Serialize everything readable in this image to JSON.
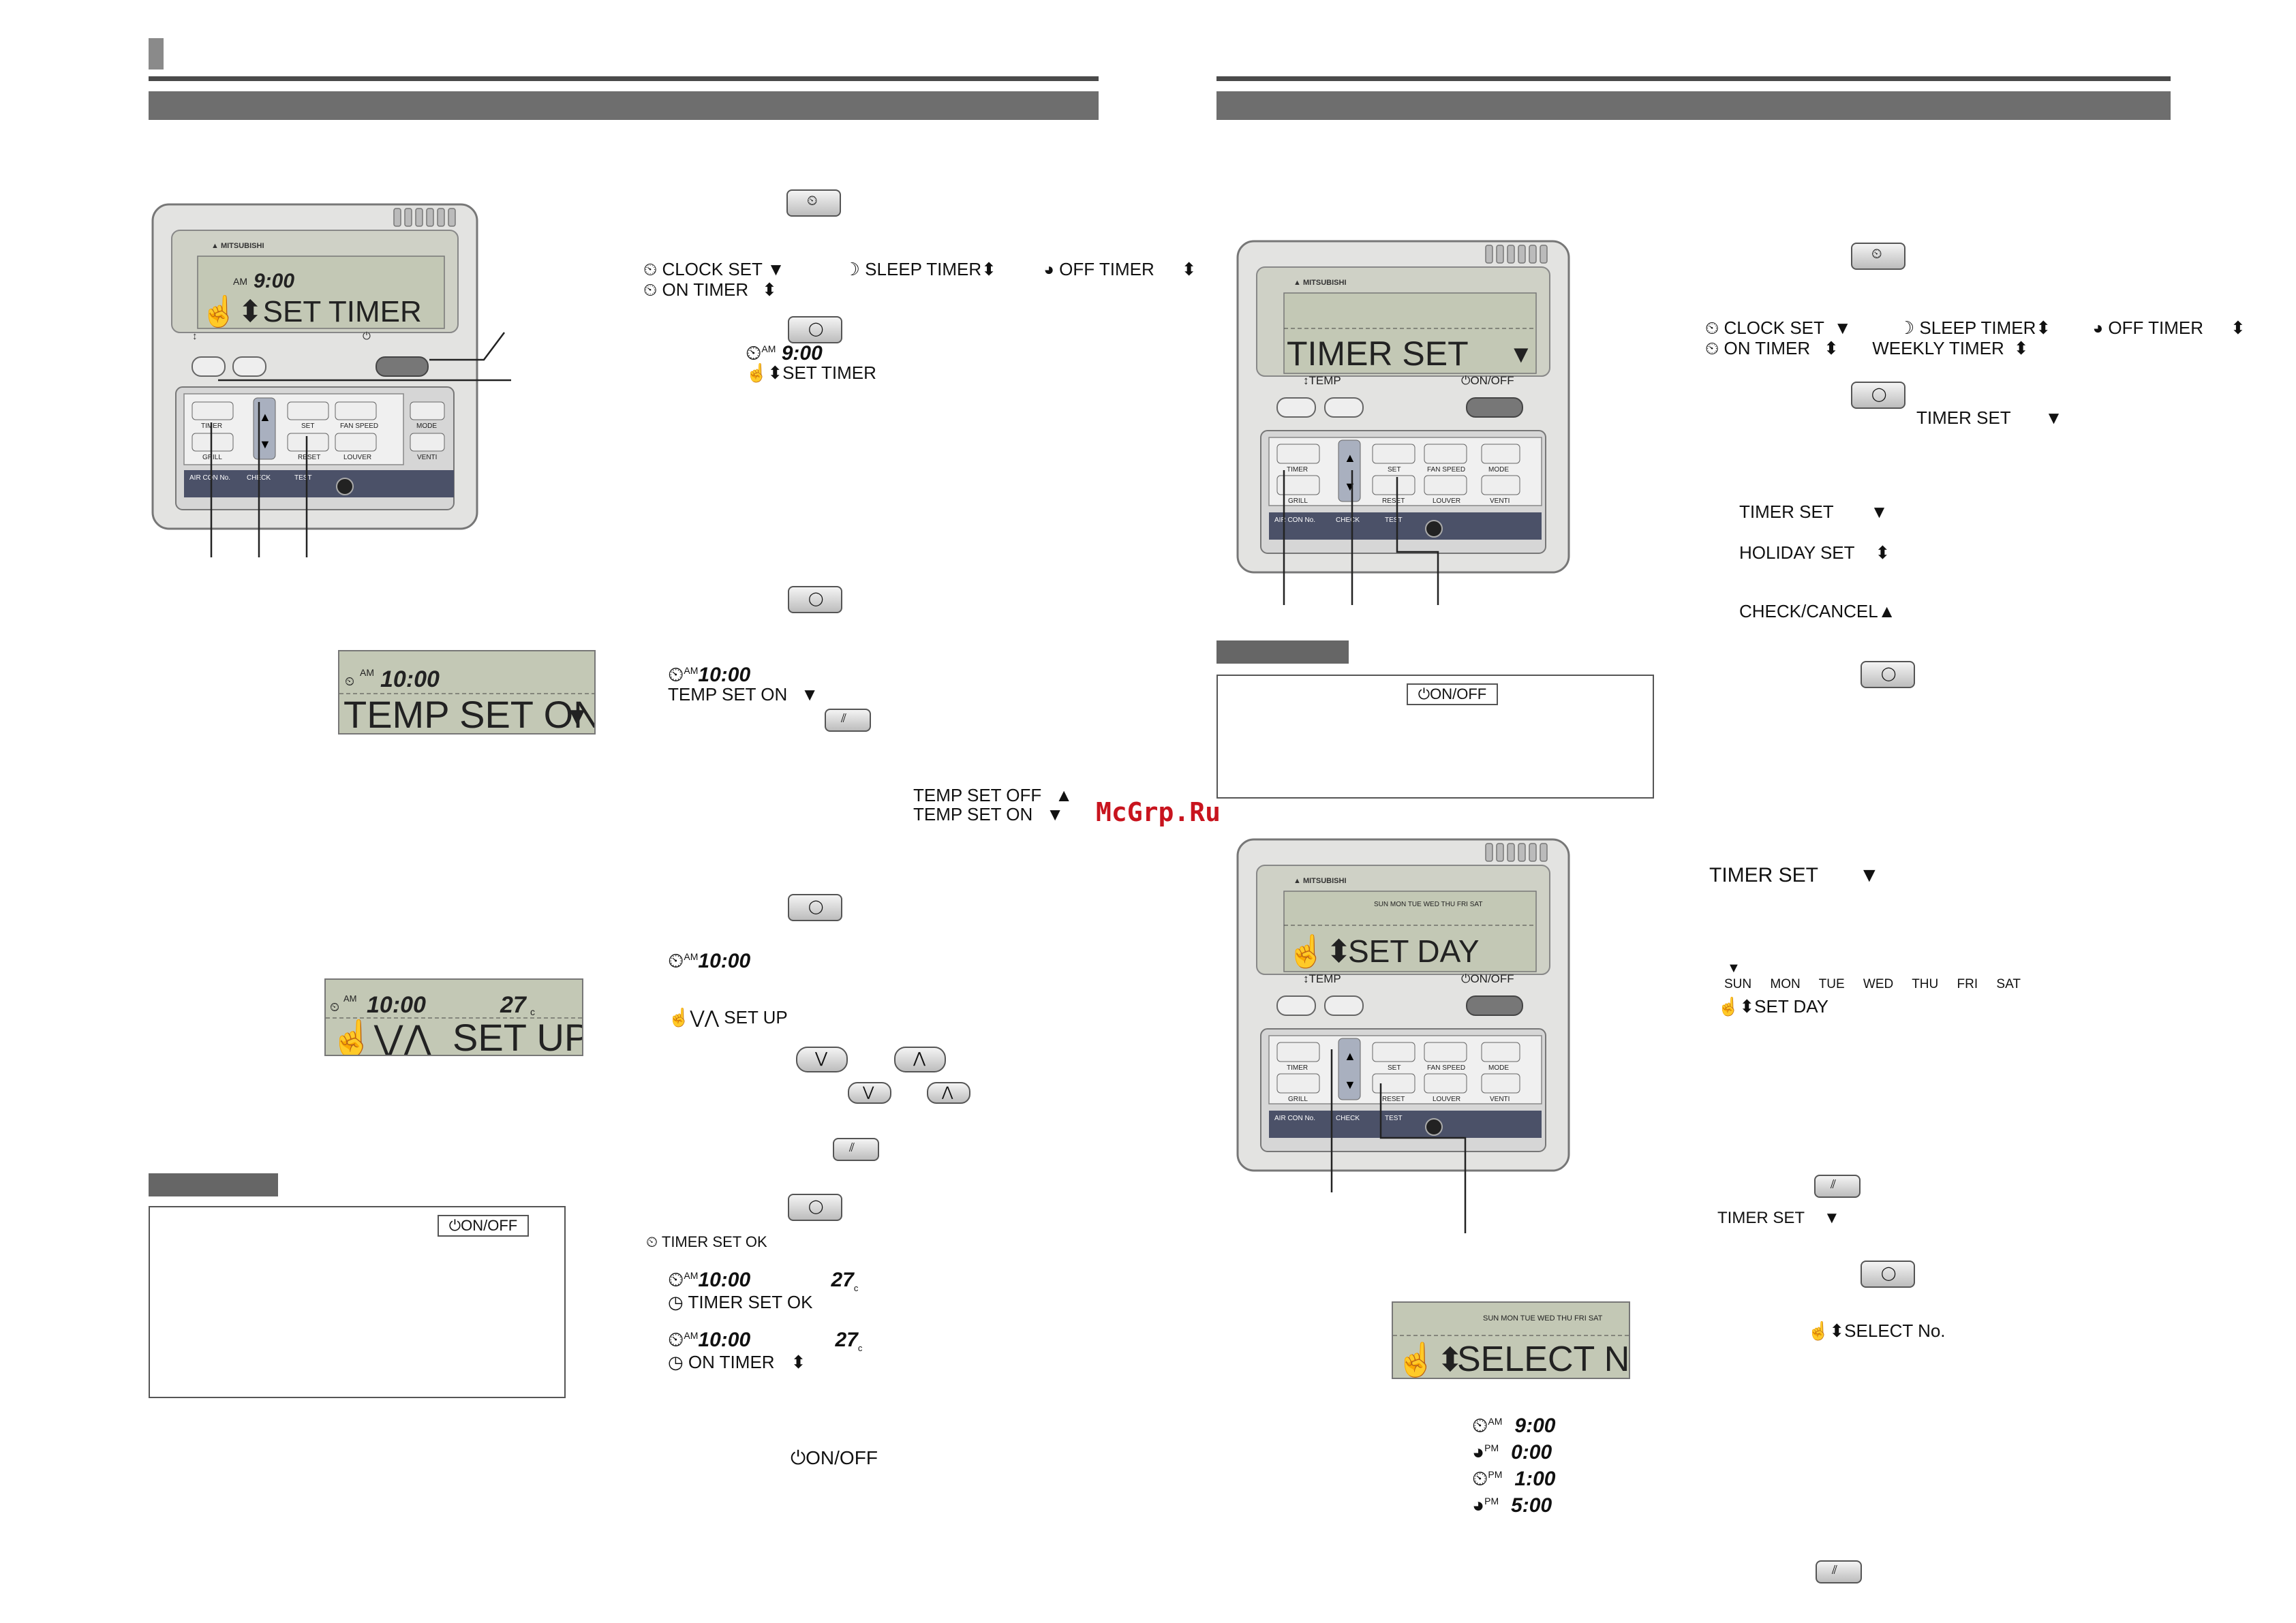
{
  "watermark": "McGrp.Ru",
  "remote": {
    "brand": "MITSUBISHI",
    "temp_label": "TEMP",
    "onoff_label": "ON/OFF",
    "buttons": [
      "TIMER",
      "SET",
      "FAN SPEED",
      "MODE",
      "GRILL",
      "RESET",
      "LOUVER",
      "VENTI"
    ],
    "bottom_labels": [
      "AIR CON No.",
      "CHECK",
      "TEST"
    ]
  },
  "left_page": {
    "remote_lcd": {
      "clock": "9:00",
      "ampm": "AM",
      "message": "SET TIMER"
    },
    "lcd_temp_set_on": {
      "clock": "10:00",
      "ampm": "AM",
      "message": "TEMP SET ON"
    },
    "lcd_set_up": {
      "clock": "10:00",
      "ampm": "AM",
      "temp": "27",
      "unit": "c",
      "message": "SET UP"
    },
    "steps": {
      "menu": {
        "clock_set": "CLOCK SET",
        "sleep_timer": "SLEEP TIMER",
        "off_timer": "OFF TIMER",
        "on_timer": "ON TIMER"
      },
      "set_timer": {
        "clock": "9:00",
        "ampm": "AM",
        "message": "SET TIMER"
      },
      "temp_set": {
        "clock": "10:00",
        "ampm": "AM",
        "message": "TEMP SET ON"
      },
      "temp_options": {
        "off": "TEMP SET OFF",
        "on": "TEMP SET ON"
      },
      "clock_line": {
        "clock": "10:00",
        "ampm": "AM"
      },
      "set_up": "SET UP",
      "timer_set_ok": "TIMER SET OK",
      "result_a": {
        "clock": "10:00",
        "ampm": "AM",
        "temp": "27",
        "unit": "c",
        "message": "TIMER SET OK"
      },
      "result_b": {
        "clock": "10:00",
        "ampm": "AM",
        "temp": "27",
        "unit": "c",
        "message": "ON TIMER"
      },
      "onoff": "ON/OFF"
    },
    "note_onoff": "ON/OFF"
  },
  "right_page": {
    "remote_lcd_1": {
      "message": "TIMER SET"
    },
    "remote_lcd_2": {
      "days": [
        "SUN",
        "MON",
        "TUE",
        "WED",
        "THU",
        "FRI",
        "SAT"
      ],
      "message": "SET DAY"
    },
    "lcd_select": {
      "days": [
        "SUN",
        "MON",
        "TUE",
        "WED",
        "THU",
        "FRI",
        "SAT"
      ],
      "message": "SELECT No."
    },
    "note_onoff": "ON/OFF",
    "menu": {
      "clock_set": "CLOCK SET",
      "sleep_timer": "SLEEP TIMER",
      "off_timer": "OFF TIMER",
      "on_timer": "ON TIMER",
      "weekly_timer": "WEEKLY TIMER"
    },
    "timer_set": "TIMER SET",
    "list": {
      "timer_set": "TIMER SET",
      "holiday_set": "HOLIDAY SET",
      "check_cancel": "CHECK/CANCEL"
    },
    "timer_set_2": "TIMER SET",
    "days": [
      "SUN",
      "MON",
      "TUE",
      "WED",
      "THU",
      "FRI",
      "SAT"
    ],
    "set_day": "SET DAY",
    "timer_set_3": "TIMER SET",
    "select_no": "SELECT No.",
    "schedule": [
      {
        "ampm": "AM",
        "time": "9:00"
      },
      {
        "ampm": "PM",
        "time": "0:00"
      },
      {
        "ampm": "PM",
        "time": "1:00"
      },
      {
        "ampm": "PM",
        "time": "5:00"
      }
    ]
  }
}
